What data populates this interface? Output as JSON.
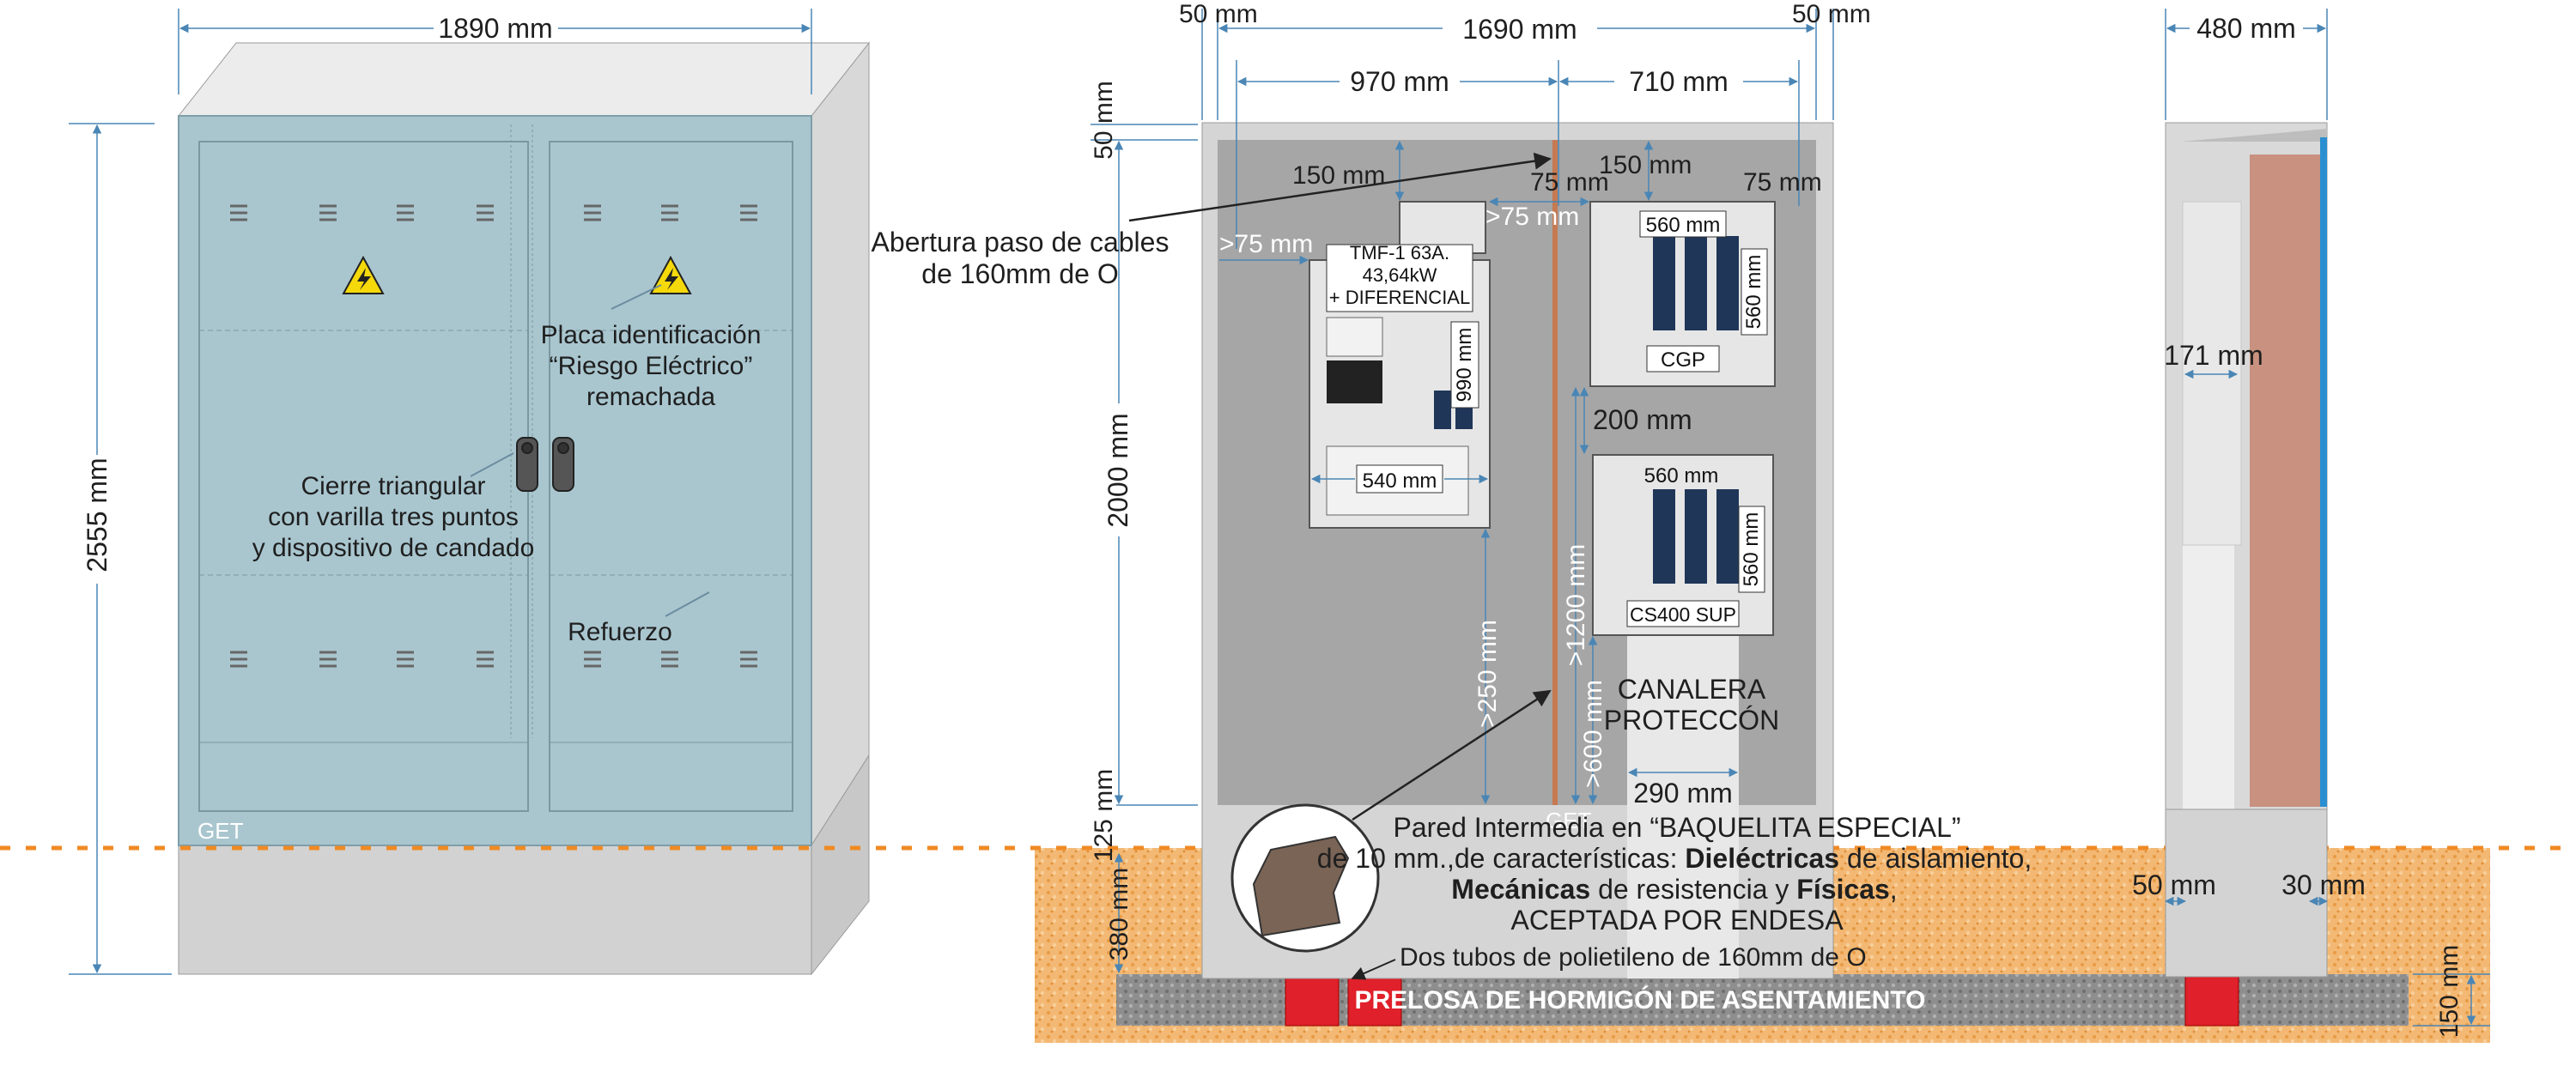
{
  "front_view": {
    "width_dim": "1890 mm",
    "height_dim": "2555 mm",
    "brand": "GET",
    "placa_label": [
      "Placa identificación",
      "“Riesgo Eléctrico”",
      "remachada"
    ],
    "cierre_label": [
      "Cierre triangular",
      "con varilla tres puntos",
      "y dispositivo de candado"
    ],
    "refuerzo_label": "Refuerzo"
  },
  "section_view": {
    "dim_50_left": "50 mm",
    "dim_total": "1690 mm",
    "dim_50_right": "50 mm",
    "dim_970": "970 mm",
    "dim_710": "710 mm",
    "dim_50_top": "50 mm",
    "dim_150_left": "150 mm",
    "dim_75_a": "75 mm",
    "dim_150_right": "150 mm",
    "dim_75_b": "75 mm",
    "dim_gt75_left": ">75 mm",
    "dim_gt75_mid": ">75 mm",
    "abertura_label": [
      "Abertura paso de cables",
      "de 160mm de O"
    ],
    "tmf_label": [
      "TMF-1 63A.",
      "43,64kW",
      "+ DIFERENCIAL"
    ],
    "dim_990": "990 mm",
    "dim_540": "540 mm",
    "dim_2000": "2000 mm",
    "dim_gt250": ">250 mm",
    "dim_560_cgp_w": "560 mm",
    "dim_560_cgp_h": "560 mm",
    "cgp_label": "CGP",
    "dim_200": "200 mm",
    "dim_560_cs_w": "560 mm",
    "dim_560_cs_h": "560 mm",
    "cs_label": "CS400 SUP",
    "dim_gt1200": ">1200 mm",
    "canalera_label": [
      "CANALERA",
      "PROTECCÓN"
    ],
    "dim_gt600": ">600 mm",
    "dim_290": "290 mm",
    "dim_125": "125 mm",
    "dim_380": "380 mm",
    "brand": "GET",
    "pared_label_1": "Pared Intermedia en “BAQUELITA ESPECIAL”",
    "pared_label_2_a": "de 10 mm.,de características: ",
    "pared_label_2_b": "Dieléctricas",
    "pared_label_2_c": " de aislamiento,",
    "pared_label_3_a": "Mecánicas",
    "pared_label_3_b": " de resistencia y ",
    "pared_label_3_c": "Físicas",
    "pared_label_3_d": ",",
    "pared_label_4": "ACEPTADA POR ENDESA",
    "tubos_label": "Dos tubos de polietileno de 160mm de O",
    "prelosa_label": "PRELOSA DE HORMIGÓN DE ASENTAMIENTO"
  },
  "side_view": {
    "dim_480": "480 mm",
    "dim_171": "171 mm",
    "dim_50": "50 mm",
    "dim_30": "30 mm",
    "dim_150": "150 mm"
  },
  "colors": {
    "door_fill": "#a9c6cf",
    "cabinet_grey": "#d9d9d9",
    "soil_orange": "#f2b56b",
    "ground_line": "#f08a24",
    "concrete": "#8c8c8c",
    "tube_red": "#e0202a",
    "mounting_plate": "#c9917f",
    "inner_grey": "#a6a6a6"
  }
}
